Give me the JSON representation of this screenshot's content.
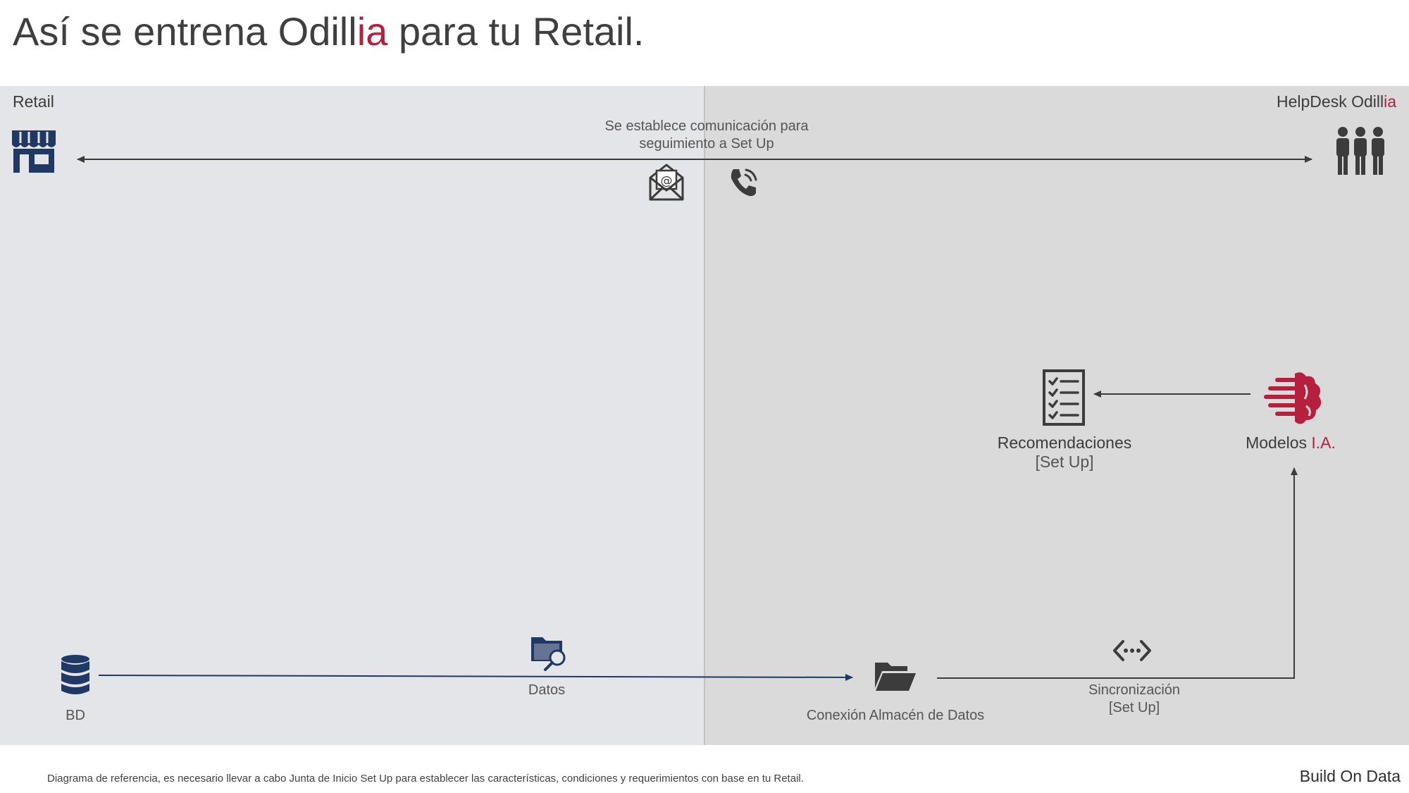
{
  "title": {
    "part1": "Así se entrena Odill",
    "accent": "ia",
    "part2": " para tu Retail."
  },
  "left_panel": {
    "label": "Retail"
  },
  "right_panel": {
    "label_prefix": "HelpDesk Odill",
    "label_accent": "ia"
  },
  "communication": {
    "line1": "Se establece comunicación para",
    "line2": "seguimiento a Set Up"
  },
  "nodes": {
    "bd": {
      "label": "BD"
    },
    "datos": {
      "label": "Datos"
    },
    "conexion": {
      "label": "Conexión Almacén de Datos"
    },
    "sincronizacion": {
      "line1": "Sincronización",
      "line2": "[Set Up]"
    },
    "modelos": {
      "label_prefix": "Modelos ",
      "label_accent": "I.A."
    },
    "recomendaciones": {
      "line1": "Recomendaciones",
      "line2": "[Set Up]"
    }
  },
  "footer": {
    "note": "Diagrama de referencia, es necesario llevar a cabo Junta de Inicio Set Up para establecer las características, condiciones y requerimientos  con base en tu Retail.",
    "brand": "Build On Data"
  },
  "icons": [
    "store-icon",
    "team-icon",
    "email-icon",
    "phone-icon",
    "database-icon",
    "folder-search-icon",
    "folder-open-icon",
    "sync-icon",
    "checklist-icon",
    "ai-brain-icon"
  ],
  "colors": {
    "accent": "#b5203f",
    "navy": "#1f3864",
    "dark": "#3c3c3c",
    "panel_left": "#e4e5e8",
    "panel_right": "#dadada"
  }
}
